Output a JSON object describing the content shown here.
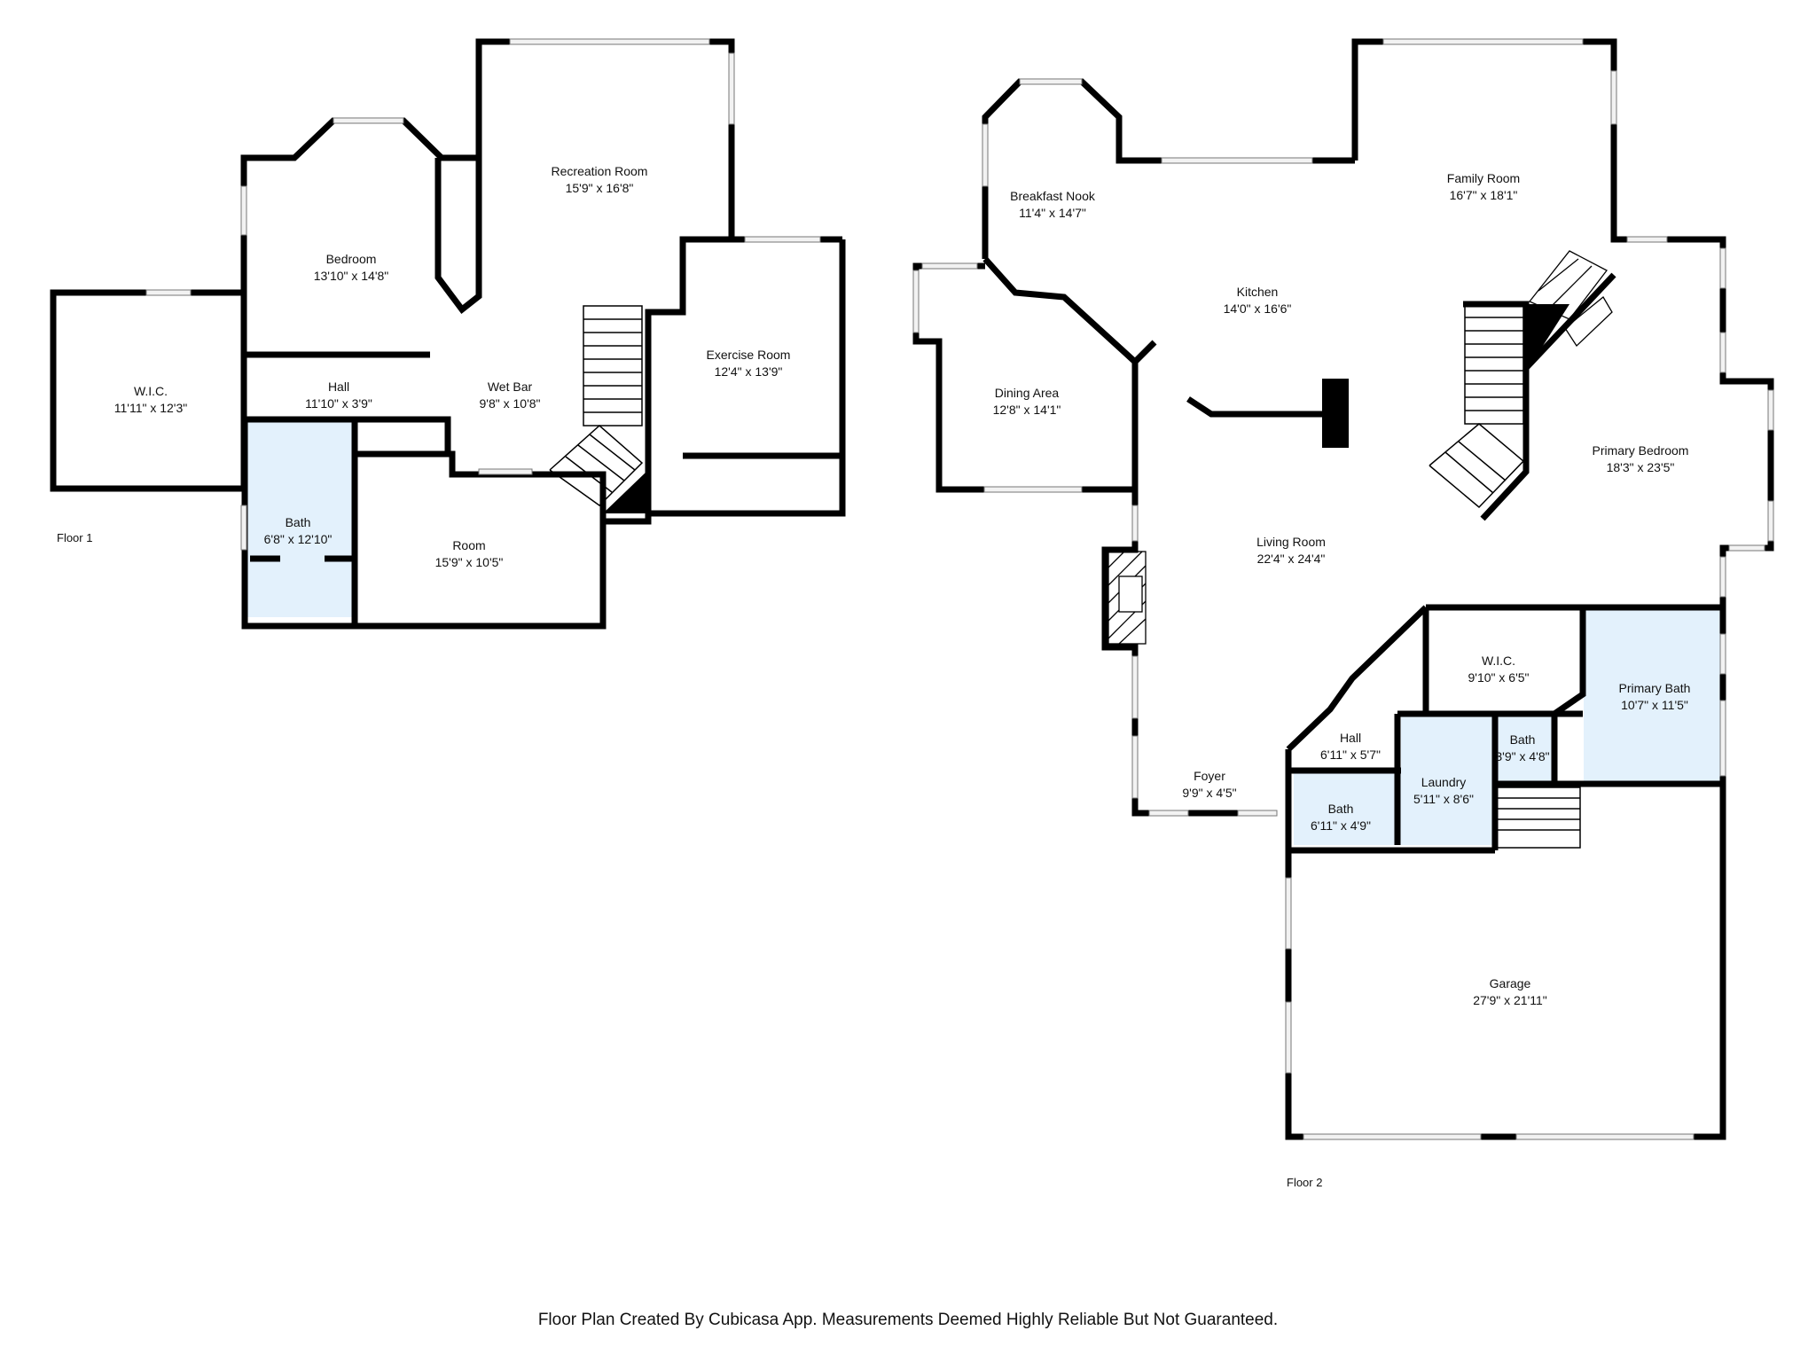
{
  "colors": {
    "wall": "#000000",
    "wet_room_fill": "#e3f1fc",
    "window": "#f2f2f2"
  },
  "floors": [
    {
      "label": "Floor 1"
    },
    {
      "label": "Floor 2"
    }
  ],
  "rooms": {
    "wic1": {
      "name": "W.I.C.",
      "dim": "11'11\" x 12'3\""
    },
    "bedroom": {
      "name": "Bedroom",
      "dim": "13'10\" x 14'8\""
    },
    "recreation": {
      "name": "Recreation Room",
      "dim": "15'9\" x 16'8\""
    },
    "hall1": {
      "name": "Hall",
      "dim": "11'10\" x 3'9\""
    },
    "wetbar": {
      "name": "Wet Bar",
      "dim": "9'8\" x 10'8\""
    },
    "exercise": {
      "name": "Exercise Room",
      "dim": "12'4\" x 13'9\""
    },
    "bath1": {
      "name": "Bath",
      "dim": "6'8\" x 12'10\""
    },
    "room": {
      "name": "Room",
      "dim": "15'9\" x 10'5\""
    },
    "breakfast": {
      "name": "Breakfast Nook",
      "dim": "11'4\" x 14'7\""
    },
    "kitchen": {
      "name": "Kitchen",
      "dim": "14'0\" x 16'6\""
    },
    "family": {
      "name": "Family Room",
      "dim": "16'7\" x 18'1\""
    },
    "dining": {
      "name": "Dining Area",
      "dim": "12'8\" x 14'1\""
    },
    "primarybed": {
      "name": "Primary Bedroom",
      "dim": "18'3\" x 23'5\""
    },
    "living": {
      "name": "Living Room",
      "dim": "22'4\" x 24'4\""
    },
    "wic2": {
      "name": "W.I.C.",
      "dim": "9'10\" x 6'5\""
    },
    "primarybath": {
      "name": "Primary Bath",
      "dim": "10'7\" x 11'5\""
    },
    "hall2": {
      "name": "Hall",
      "dim": "6'11\" x 5'7\""
    },
    "bath2": {
      "name": "Bath",
      "dim": "3'9\" x 4'8\""
    },
    "laundry": {
      "name": "Laundry",
      "dim": "5'11\" x 8'6\""
    },
    "foyer": {
      "name": "Foyer",
      "dim": "9'9\" x 4'5\""
    },
    "bath3": {
      "name": "Bath",
      "dim": "6'11\" x 4'9\""
    },
    "garage": {
      "name": "Garage",
      "dim": "27'9\" x 21'11\""
    }
  },
  "footer": "Floor Plan Created By Cubicasa App. Measurements Deemed Highly Reliable But Not Guaranteed."
}
